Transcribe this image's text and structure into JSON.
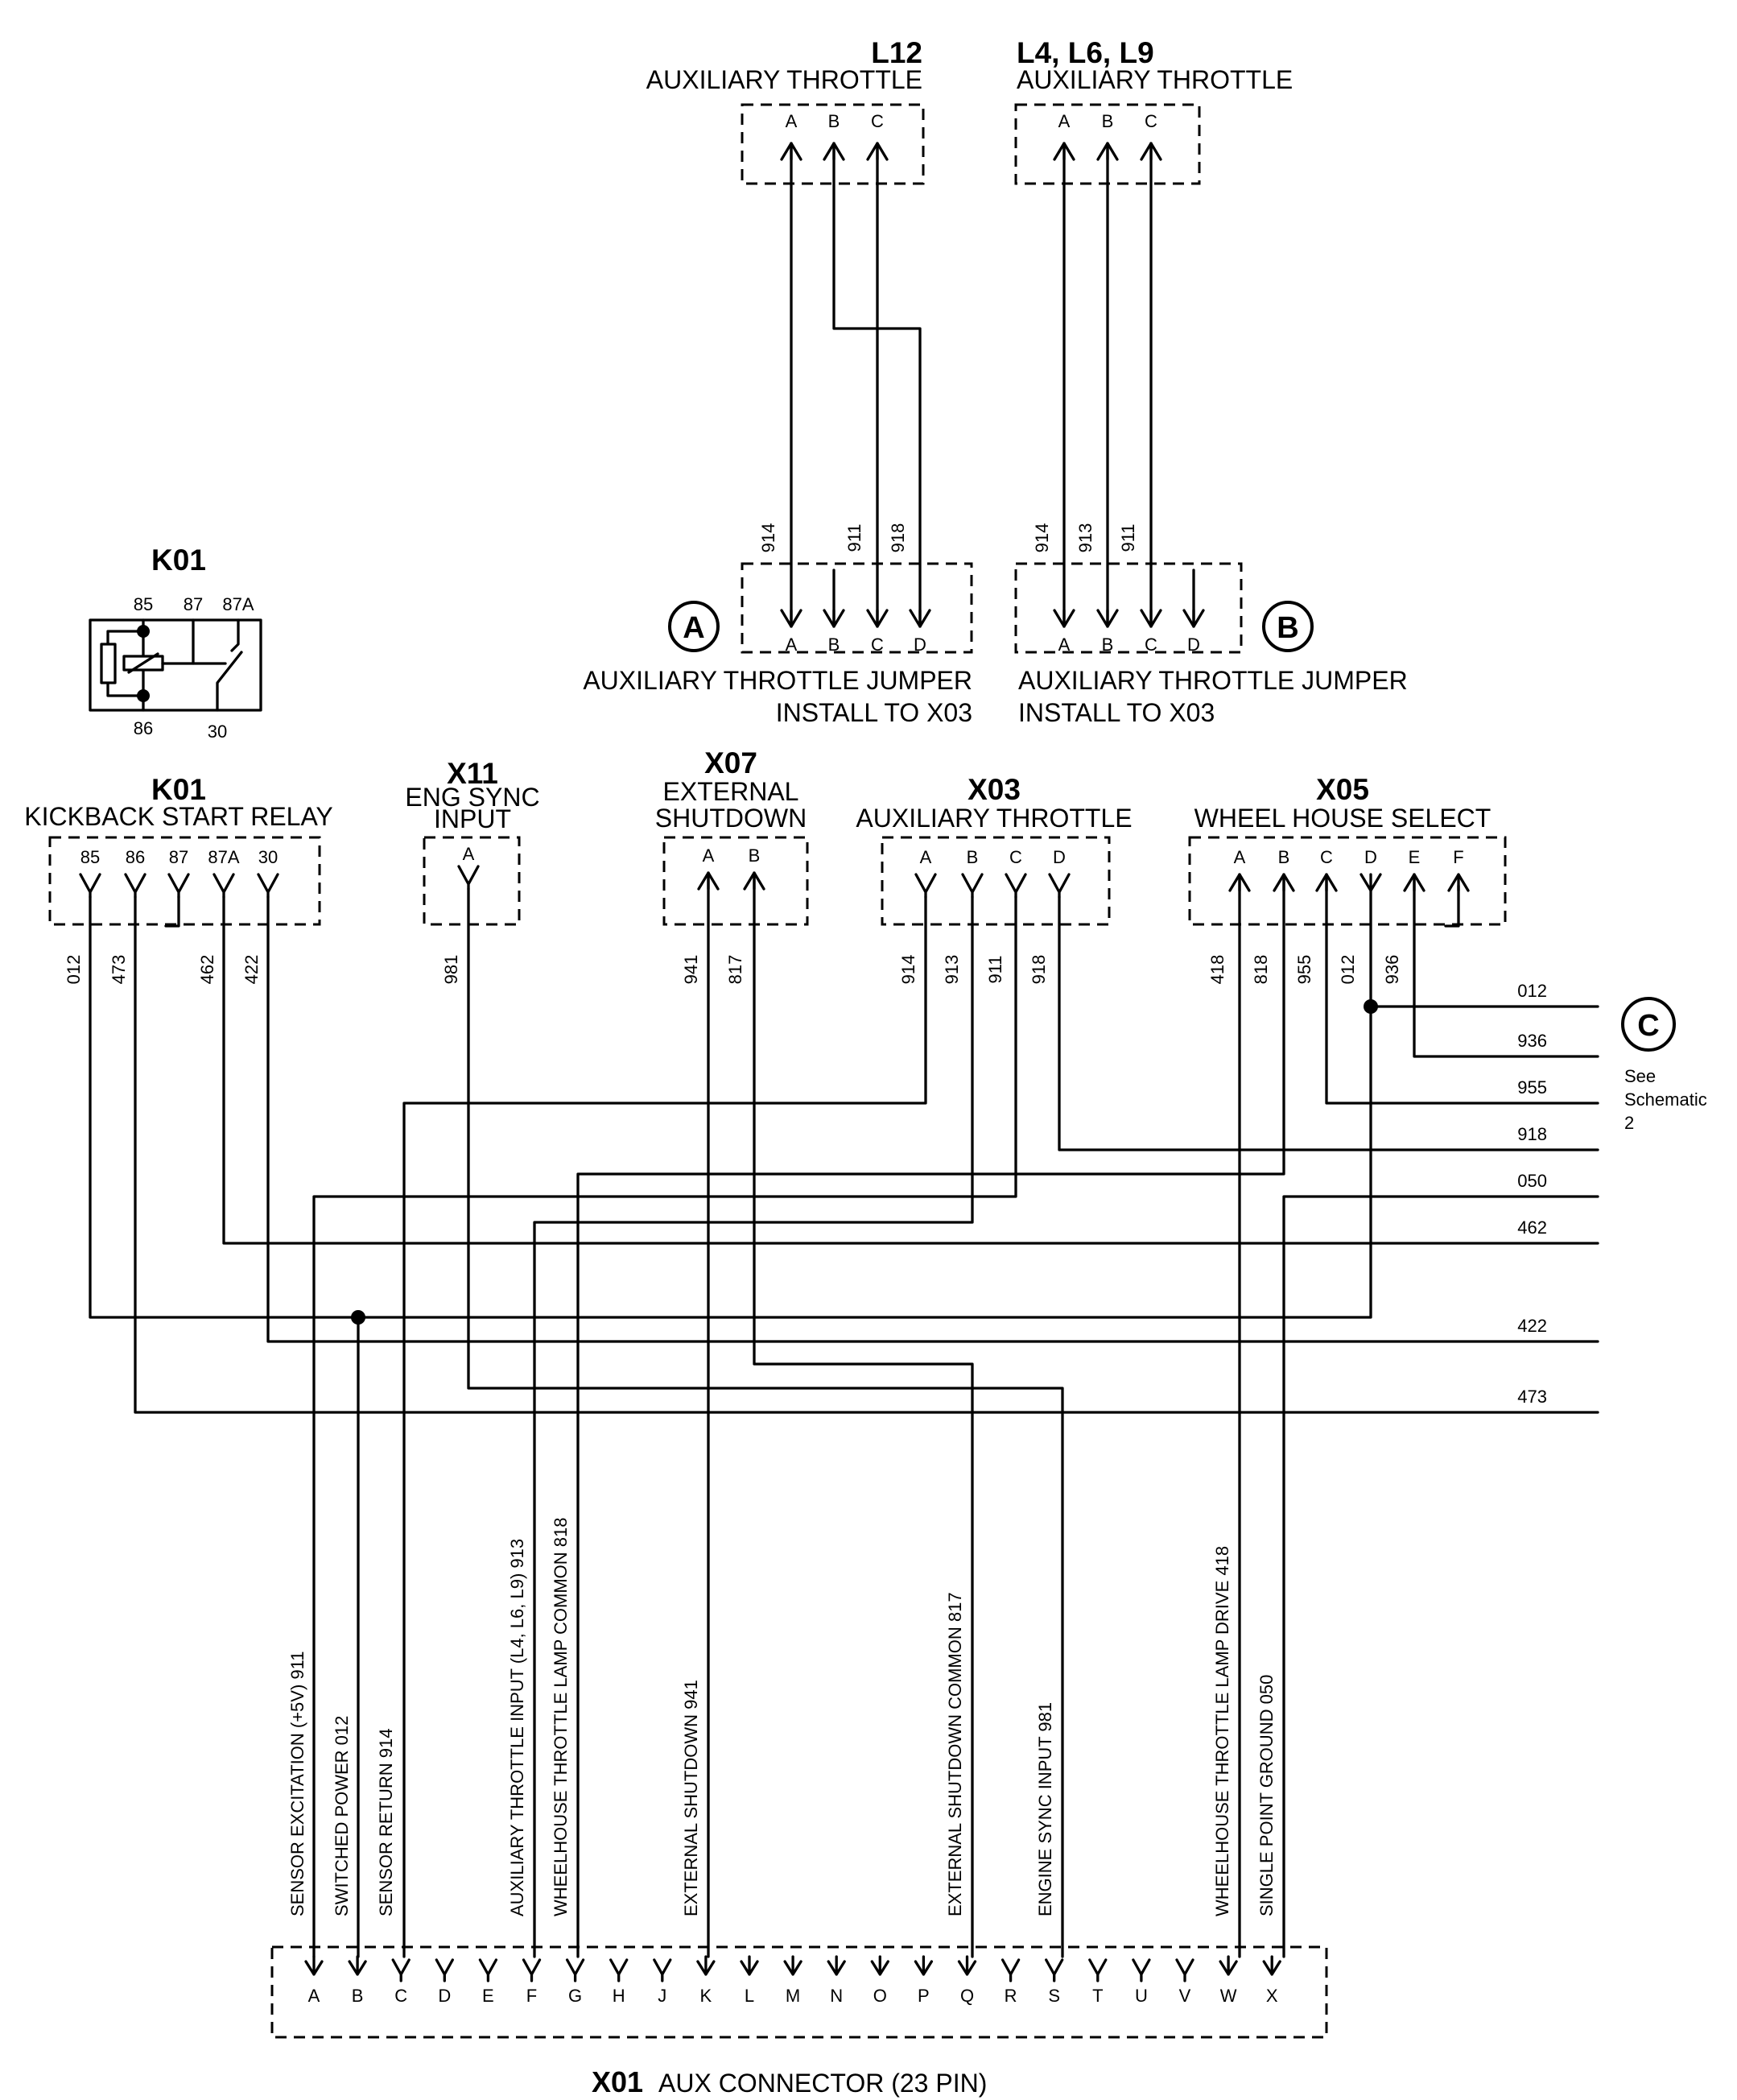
{
  "colors": {
    "ink": "#000000",
    "paper": "#ffffff"
  },
  "k01_symbol": {
    "title": "K01",
    "pins": [
      "85",
      "87",
      "87A",
      "86",
      "30"
    ]
  },
  "l12": {
    "title": "L12",
    "subtitle": "AUXILIARY THROTTLE",
    "pins": [
      "A",
      "B",
      "C"
    ]
  },
  "l469": {
    "title": "L4, L6, L9",
    "subtitle": "AUXILIARY THROTTLE",
    "pins": [
      "A",
      "B",
      "C"
    ]
  },
  "jumper_a": {
    "badge": "A",
    "line1": "AUXILIARY THROTTLE JUMPER",
    "line2": "INSTALL TO X03",
    "pins": [
      "A",
      "B",
      "C",
      "D"
    ],
    "wires": [
      "914",
      "911",
      "918"
    ]
  },
  "jumper_b": {
    "badge": "B",
    "line1": "AUXILIARY THROTTLE JUMPER",
    "line2": "INSTALL TO X03",
    "pins": [
      "A",
      "B",
      "C",
      "D"
    ],
    "wires": [
      "914",
      "913",
      "911"
    ]
  },
  "k01_relay": {
    "title": "K01",
    "subtitle": "KICKBACK START RELAY",
    "pins": [
      "85",
      "86",
      "87",
      "87A",
      "30"
    ],
    "wires": [
      "012",
      "473",
      "462",
      "422"
    ]
  },
  "x11": {
    "title": "X11",
    "subtitle_1": "ENG SYNC",
    "subtitle_2": "INPUT",
    "pins": [
      "A"
    ],
    "wires": [
      "981"
    ]
  },
  "x07": {
    "title": "X07",
    "subtitle_1": "EXTERNAL",
    "subtitle_2": "SHUTDOWN",
    "pins": [
      "A",
      "B"
    ],
    "wires": [
      "941",
      "817"
    ]
  },
  "x03": {
    "title": "X03",
    "subtitle": "AUXILIARY THROTTLE",
    "pins": [
      "A",
      "B",
      "C",
      "D"
    ],
    "wires": [
      "914",
      "913",
      "911",
      "918"
    ]
  },
  "x05": {
    "title": "X05",
    "subtitle": "WHEEL HOUSE SELECT",
    "pins": [
      "A",
      "B",
      "C",
      "D",
      "E",
      "F"
    ],
    "wires": [
      "418",
      "818",
      "955",
      "012",
      "936"
    ]
  },
  "right_bus": {
    "labels": [
      "012",
      "936",
      "955",
      "918",
      "050",
      "462",
      "422",
      "473"
    ]
  },
  "ref_c": {
    "badge": "C",
    "note_1": "See",
    "note_2": "Schematic",
    "note_3": "2"
  },
  "x01": {
    "title": "X01",
    "subtitle": "AUX CONNECTOR (23 PIN)",
    "pins": [
      "A",
      "B",
      "C",
      "D",
      "E",
      "F",
      "G",
      "H",
      "J",
      "K",
      "L",
      "M",
      "N",
      "O",
      "P",
      "Q",
      "R",
      "S",
      "T",
      "U",
      "V",
      "W",
      "X"
    ],
    "signals": [
      "SENSOR EXCITATION (+5V)  911",
      "SWITCHED POWER  012",
      "SENSOR RETURN  914",
      "AUXILIARY THROTTLE INPUT (L4, L6, L9)  913",
      "WHEELHOUSE THROTTLE LAMP COMMON  818",
      "EXTERNAL SHUTDOWN  941",
      "EXTERNAL SHUTDOWN COMMON  817",
      "ENGINE SYNC INPUT  981",
      "WHEELHOUSE THROTTLE LAMP DRIVE  418",
      "SINGLE POINT GROUND  050"
    ]
  }
}
